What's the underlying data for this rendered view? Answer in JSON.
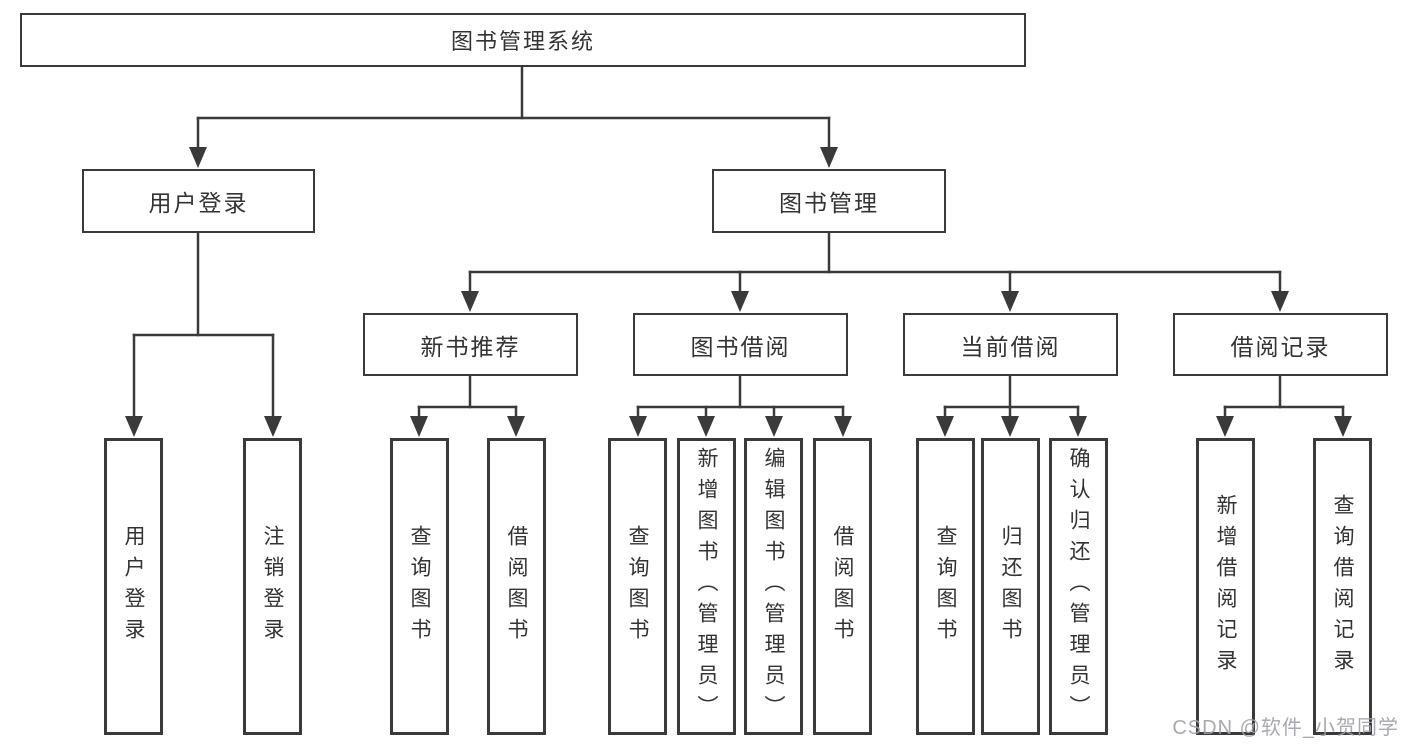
{
  "tree": {
    "root": {
      "label": "图书管理系统",
      "children": [
        {
          "label": "用户登录",
          "children": [
            {
              "label": "用户登录"
            },
            {
              "label": "注销登录"
            }
          ]
        },
        {
          "label": "图书管理",
          "children": [
            {
              "label": "新书推荐",
              "children": [
                {
                  "label": "查询图书"
                },
                {
                  "label": "借阅图书"
                }
              ]
            },
            {
              "label": "图书借阅",
              "children": [
                {
                  "label": "查询图书"
                },
                {
                  "label": "新增图书（管理员）"
                },
                {
                  "label": "编辑图书（管理员）"
                },
                {
                  "label": "借阅图书"
                }
              ]
            },
            {
              "label": "当前借阅",
              "children": [
                {
                  "label": "查询图书"
                },
                {
                  "label": "归还图书"
                },
                {
                  "label": "确认归还（管理员）"
                }
              ]
            },
            {
              "label": "借阅记录",
              "children": [
                {
                  "label": "新增借阅记录"
                },
                {
                  "label": "查询借阅记录"
                }
              ]
            }
          ]
        }
      ]
    }
  },
  "watermark": {
    "text": "CSDN @软件_小贺同学"
  },
  "colors": {
    "line": "#3a3a3a",
    "text": "#333333",
    "box_background": "#ffffff",
    "watermark": "#a0a0a6"
  }
}
